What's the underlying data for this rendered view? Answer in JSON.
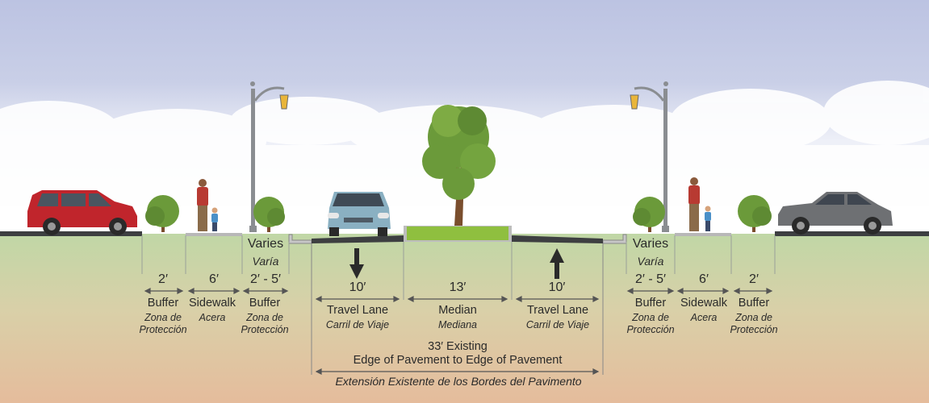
{
  "columns": [
    {
      "id": "left-buffer-outer",
      "dimension": "2′",
      "english": "Buffer",
      "spanish": "Zona de Protección"
    },
    {
      "id": "left-sidewalk",
      "dimension": "6′",
      "english": "Sidewalk",
      "spanish": "Acera"
    },
    {
      "id": "left-buffer-inner",
      "varies": "Varies",
      "varies_es": "Varía",
      "dimension": "2′ - 5′",
      "english": "Buffer",
      "spanish": "Zona de Protección"
    },
    {
      "id": "southbound-lane",
      "dimension": "10′",
      "english": "Travel Lane",
      "spanish": "Carril de Viaje",
      "direction": "down"
    },
    {
      "id": "median",
      "dimension": "13′",
      "english": "Median",
      "spanish": "Mediana"
    },
    {
      "id": "northbound-lane",
      "dimension": "10′",
      "english": "Travel Lane",
      "spanish": "Carril de Viaje",
      "direction": "up"
    },
    {
      "id": "right-buffer-inner",
      "varies": "Varies",
      "varies_es": "Varía",
      "dimension": "2′ - 5′",
      "english": "Buffer",
      "spanish": "Zona de Protección"
    },
    {
      "id": "right-sidewalk",
      "dimension": "6′",
      "english": "Sidewalk",
      "spanish": "Acera"
    },
    {
      "id": "right-buffer-outer",
      "dimension": "2′",
      "english": "Buffer",
      "spanish": "Zona de Protección"
    }
  ],
  "total": {
    "line1": "33′ Existing",
    "line2": "Edge of Pavement to Edge of Pavement",
    "spanish": "Extensión Existente de los Bordes del Pavimento"
  },
  "colors": {
    "sky_top": "#bcc3e2",
    "ground_top": "#c2d8a7",
    "ground_bottom": "#e4bf9f",
    "pavement": "#3d3f41",
    "median_grass": "#8fbf3f",
    "tree_foliage": "#6b9a3a",
    "red_car": "#c0252c",
    "blue_car": "#8ab0c2",
    "gray_car": "#6e7073",
    "dimension_line": "#555555"
  },
  "icons": [
    "arrow-down-icon",
    "arrow-up-icon"
  ]
}
